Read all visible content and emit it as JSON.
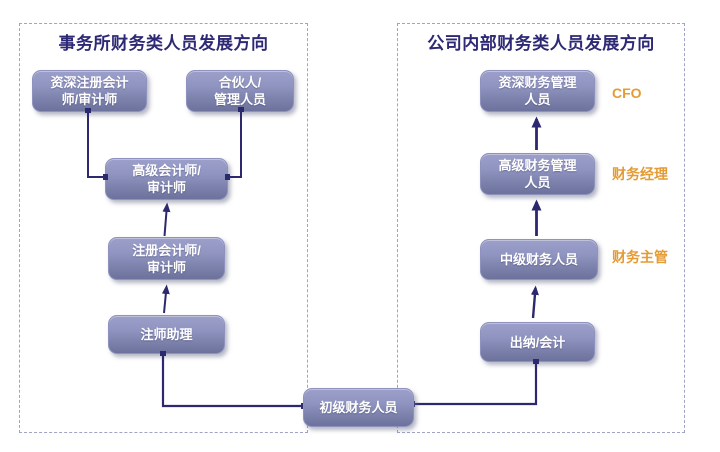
{
  "colors": {
    "box_gradient_top": "#9b9fca",
    "box_gradient_bottom": "#6d729d",
    "box_text": "#ffffff",
    "arrow": "#2d296e",
    "panel_border": "#9fa3c8",
    "title_text": "#2e2975",
    "side_label": "#e59b35"
  },
  "left_panel": {
    "title": "事务所财务类人员发展方向",
    "nodes": {
      "senior_cpa": "资深注册会计\n师/审计师",
      "partner": "合伙人/\n管理人员",
      "senior_accountant": "高级会计师/\n审计师",
      "cpa": "注册会计师/\n审计师",
      "cpa_assistant": "注师助理"
    }
  },
  "right_panel": {
    "title": "公司内部财务类人员发展方向",
    "nodes": {
      "senior_finance_mgmt": "资深财务管理\n人员",
      "senior_finance": "高级财务管理\n人员",
      "mid_finance": "中级财务人员",
      "cashier_accountant": "出纳/会计"
    },
    "side_labels": {
      "cfo": "CFO",
      "finance_manager": "财务经理",
      "finance_supervisor": "财务主管"
    }
  },
  "shared": {
    "junior_finance": "初级财务人员"
  }
}
